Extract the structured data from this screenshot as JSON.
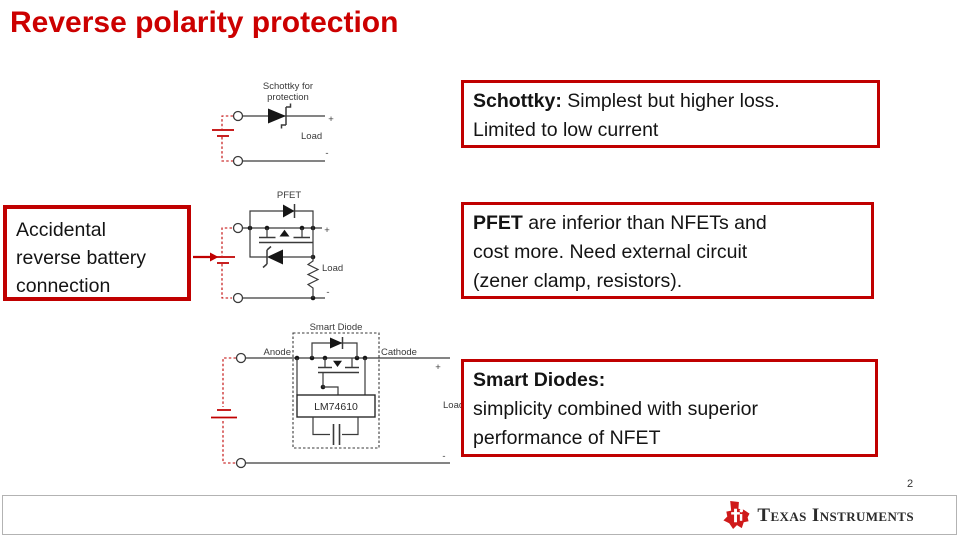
{
  "slide": {
    "title": "Reverse polarity protection",
    "page_number": "2"
  },
  "colors": {
    "accent_red": "#c00000",
    "title_red": "#cc0000",
    "circuit_gray": "#3a3a3a"
  },
  "left_callout": {
    "lines": [
      "Accidental",
      "reverse battery",
      "connection"
    ]
  },
  "callouts": {
    "schottky": {
      "lines": [
        {
          "bold": "Schottky:",
          "text": " Simplest but higher loss."
        },
        {
          "bold": "",
          "text": "Limited to low current"
        }
      ]
    },
    "pfet": {
      "lines": [
        {
          "bold": "PFET",
          "text": " are inferior than NFETs and"
        },
        {
          "bold": "",
          "text": "cost more. Need external circuit"
        },
        {
          "bold": "",
          "text": "(zener clamp, resistors)."
        }
      ]
    },
    "smart_diode": {
      "lines": [
        {
          "bold": "Smart Diodes:",
          "text": ""
        },
        {
          "bold": "",
          "text": "simplicity combined with superior"
        },
        {
          "bold": "",
          "text": "performance of NFET"
        }
      ]
    }
  },
  "circuits": {
    "schottky": {
      "caption1": "Schottky for",
      "caption2": "protection",
      "plus": "+",
      "minus": "-",
      "load": "Load"
    },
    "pfet": {
      "caption": "PFET",
      "plus": "+",
      "minus": "-",
      "load": "Load"
    },
    "smart_diode": {
      "caption": "Smart Diode",
      "anode": "Anode",
      "cathode": "Cathode",
      "chip": "LM74610",
      "plus": "+",
      "minus": "-",
      "load": "Load"
    }
  },
  "footer": {
    "logo_text": "Texas Instruments"
  }
}
